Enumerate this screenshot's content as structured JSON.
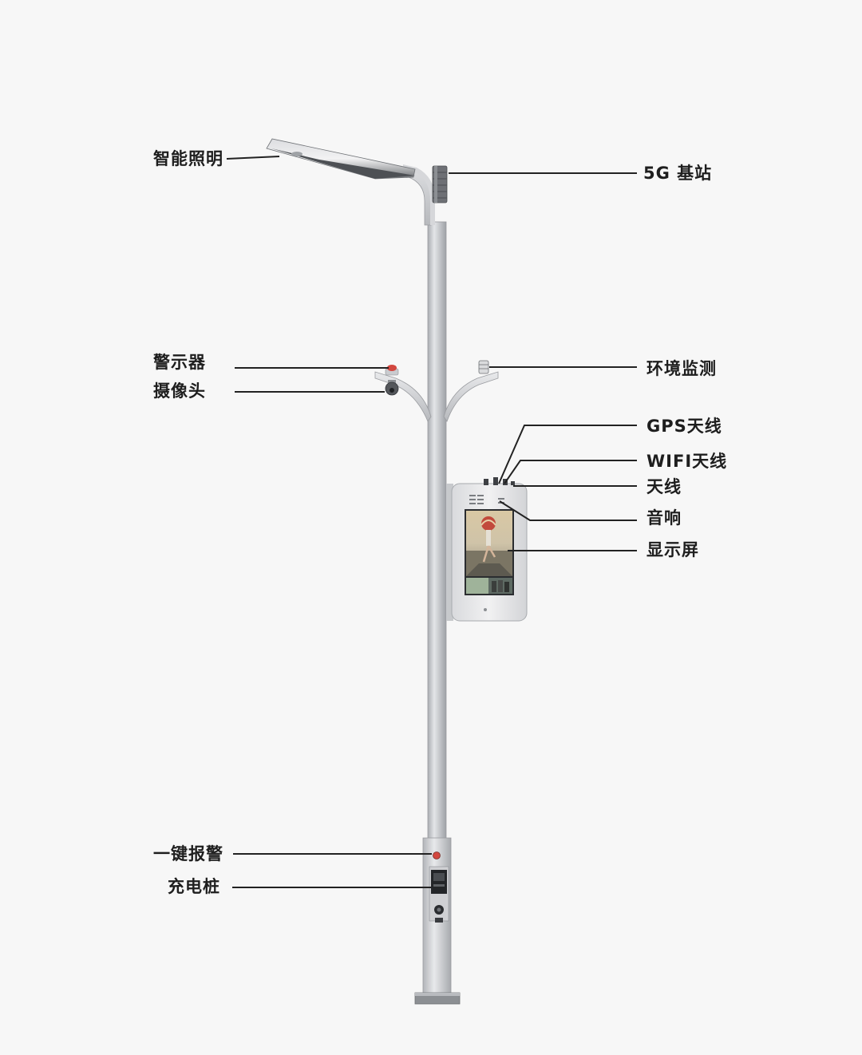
{
  "labels": {
    "lighting": "智能照明",
    "base_station": "5G 基站",
    "warning_light": "警示器",
    "camera": "摄像头",
    "env_monitor": "环境监测",
    "gps_antenna": "GPS天线",
    "wifi_antenna": "WIFI天线",
    "antenna": "天线",
    "speaker": "音响",
    "display": "显示屏",
    "sos_button": "一键报警",
    "charger": "充电桩"
  },
  "colors": {
    "background": "#f7f7f7",
    "pole": "#c4c6ca",
    "leader_line": "#222222",
    "warning_red": "#d2473f"
  }
}
